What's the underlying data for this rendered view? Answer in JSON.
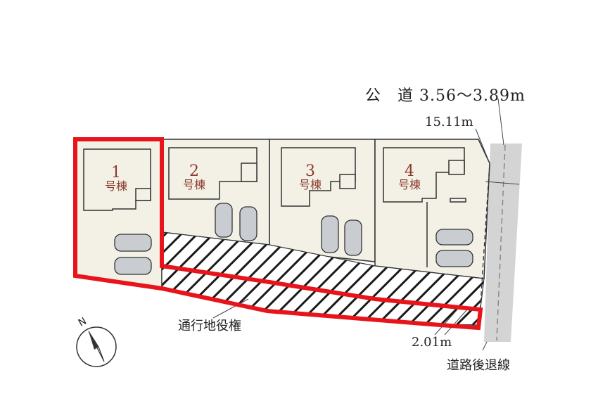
{
  "road": {
    "label": "公　道  3.56～3.89m",
    "frontage": "15.11m"
  },
  "units": [
    {
      "number": "1",
      "name": "号棟"
    },
    {
      "number": "2",
      "name": "号棟"
    },
    {
      "number": "3",
      "name": "号棟"
    },
    {
      "number": "4",
      "name": "号棟"
    }
  ],
  "easement": {
    "label": "通行地役権",
    "width": "2.01m"
  },
  "setback": {
    "label": "道路後退線"
  },
  "compass": {
    "north": "N"
  },
  "colors": {
    "lot": "#f3f1e6",
    "highlight": "#e8141b",
    "road": "#d4d4d4",
    "line": "#333333",
    "text": "#8b3b2c"
  }
}
